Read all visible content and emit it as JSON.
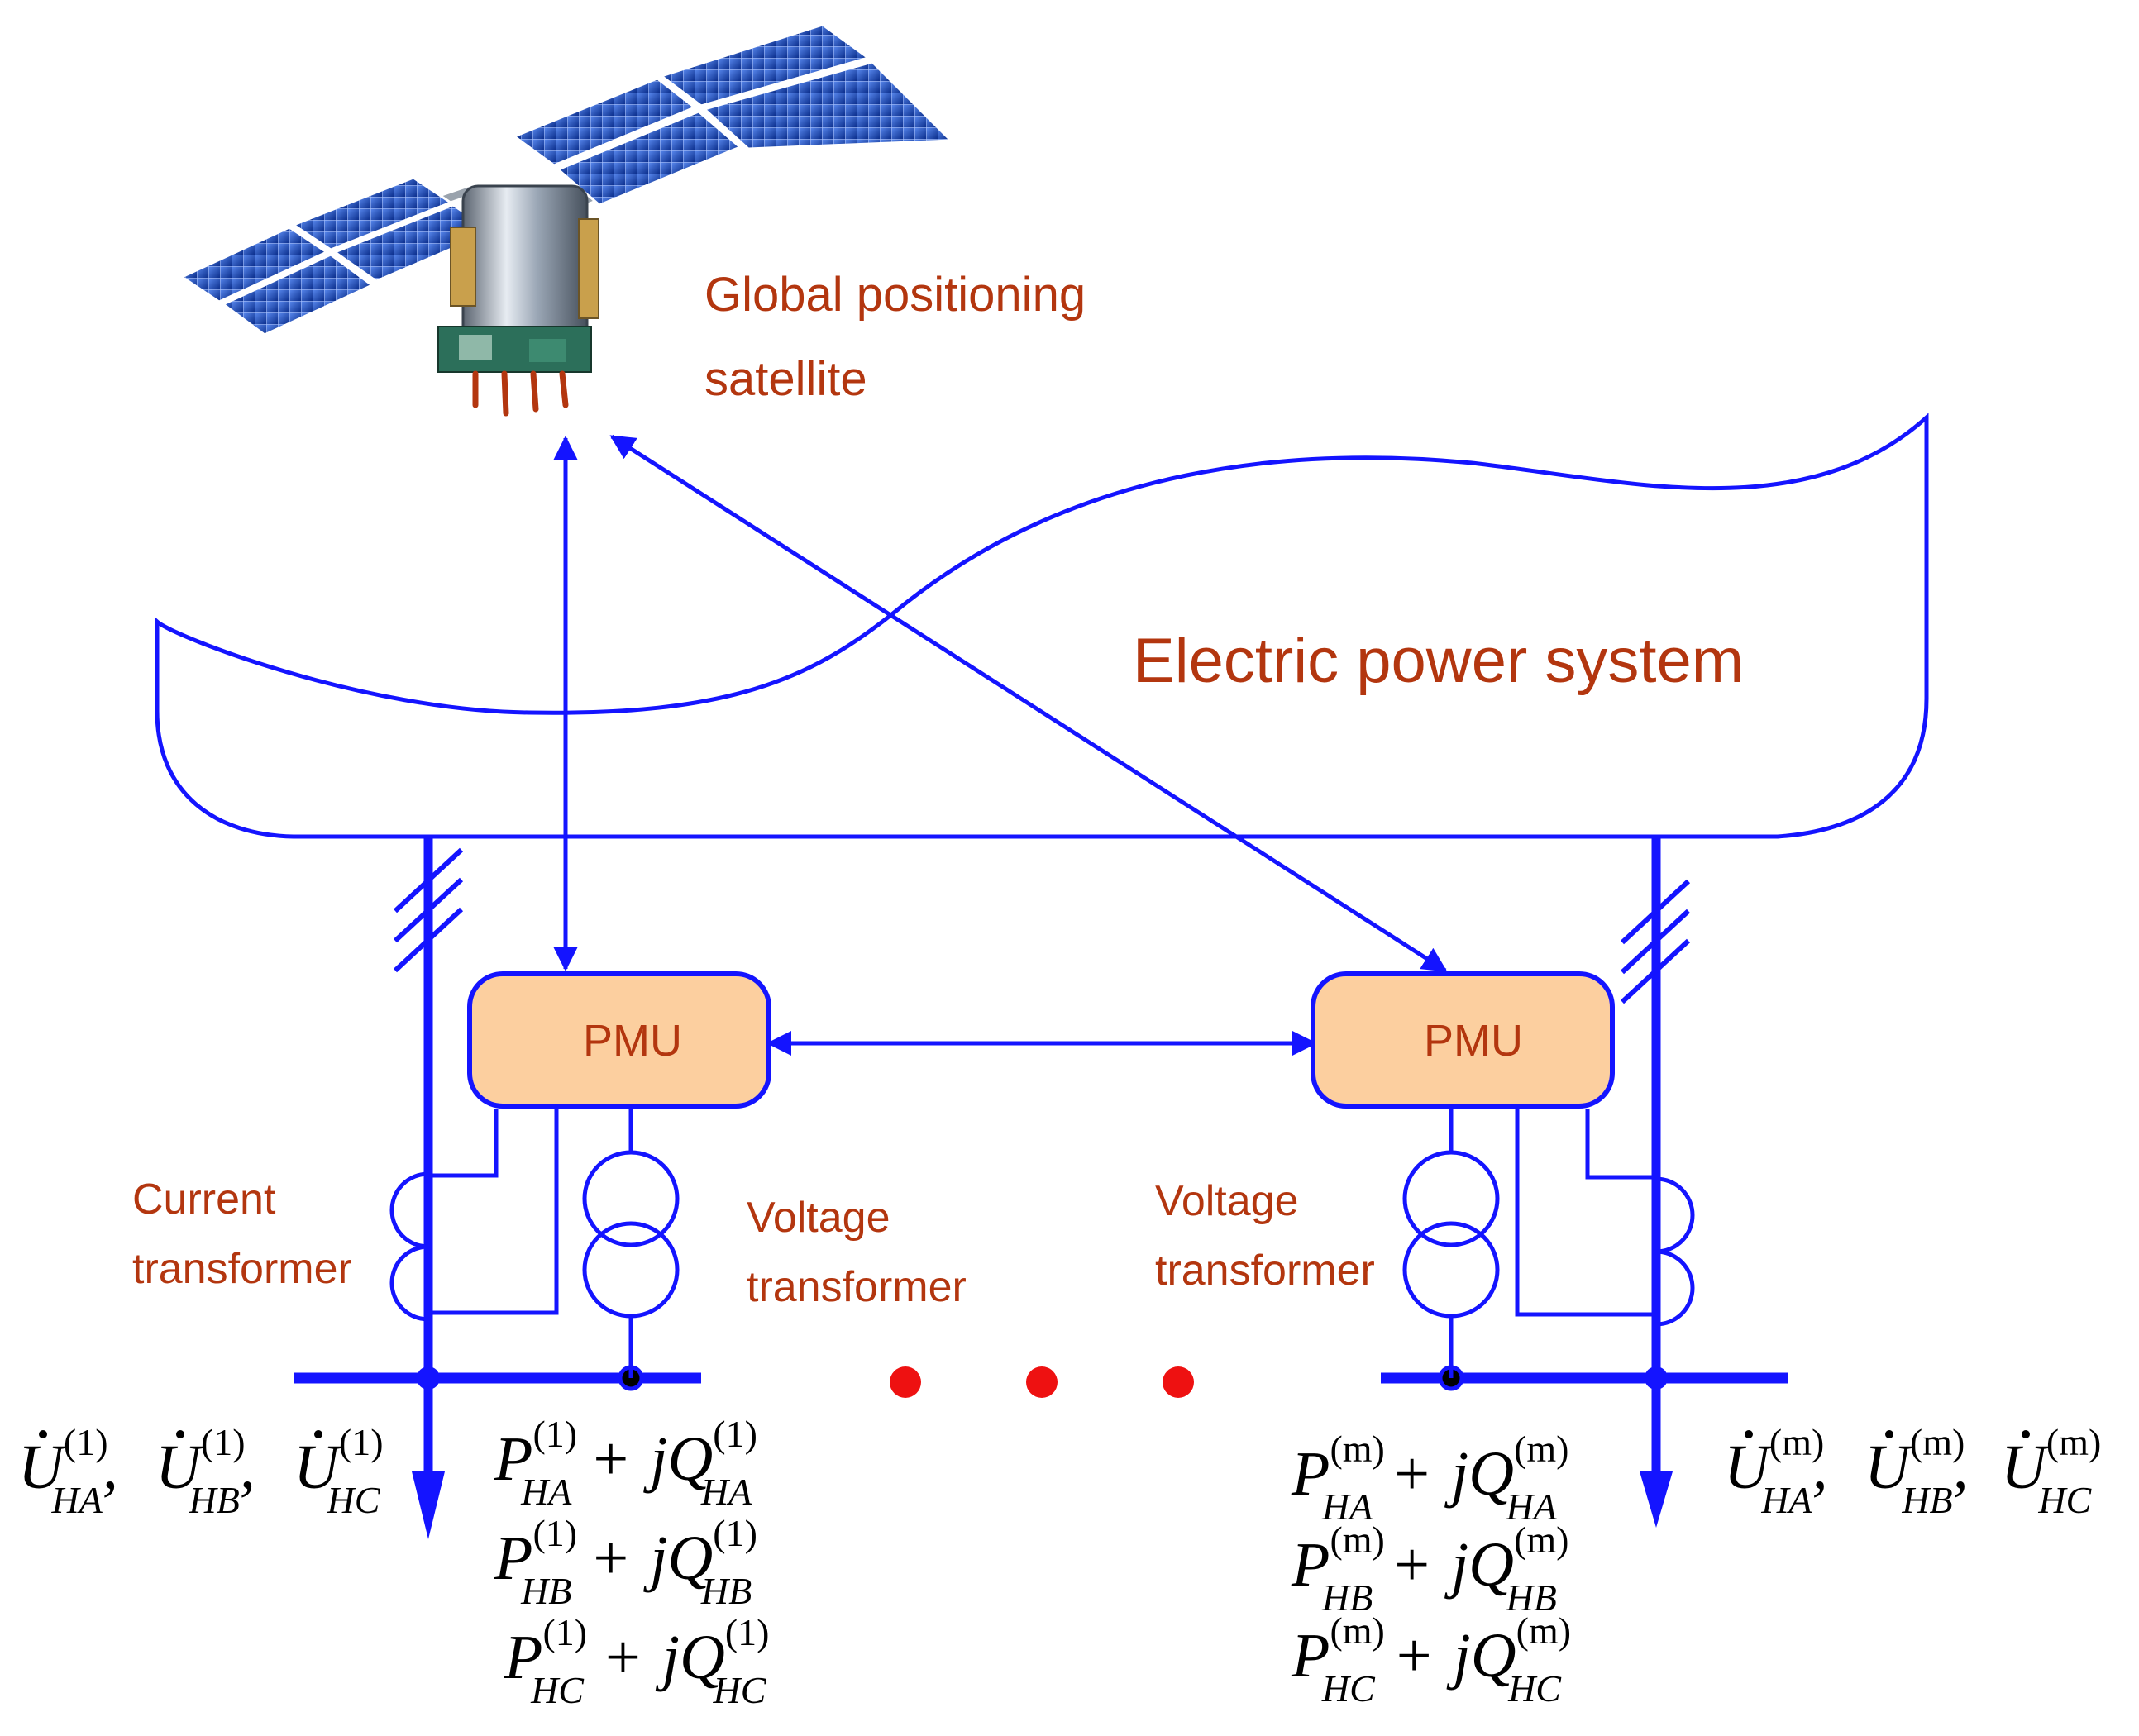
{
  "colors": {
    "line": "#1414ff",
    "label": "#b3360f",
    "pmu_fill": "#fccf9f",
    "dot": "#ee1111",
    "formula": "#000000"
  },
  "labels": {
    "satellite_line1": "Global positioning",
    "satellite_line2": "satellite",
    "system": "Electric power system",
    "pmu_left": "PMU",
    "pmu_right": "PMU",
    "ct_left_line1": "Current",
    "ct_left_line2": "transformer",
    "vt_left_line1": "Voltage",
    "vt_left_line2": "transformer",
    "vt_right_line1": "Voltage",
    "vt_right_line2": "transformer"
  },
  "icons": [
    "satellite-icon",
    "current-transformer-icon",
    "voltage-transformer-icon"
  ],
  "formulas": {
    "U": "U",
    "P": "P",
    "plus": "+",
    "jQ": "jQ",
    "comma": ",",
    "sup_left": "(1)",
    "sup_right": "(m)",
    "HA": "HA",
    "HB": "HB",
    "HC": "HC"
  }
}
